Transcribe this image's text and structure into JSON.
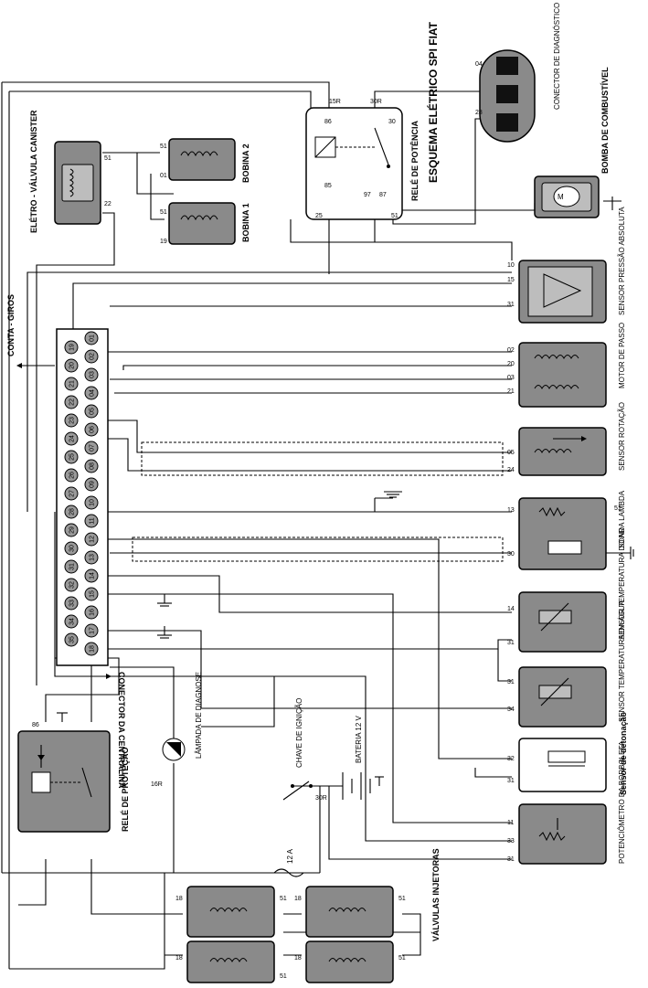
{
  "title": "ESQUEMA ELÉTRICO SPI FIAT",
  "labels": {
    "conta_giros": "CONTA - GIROS",
    "conector_centralina": "CONECTOR DA CENTRALINA",
    "conector_diagnostico": "CONECTOR DE DIAGNÓSTICO",
    "bomba": "BOMBA DE COMBUSTÍVEL",
    "rele_potencia": "RELÉ DE POTÊNCIA",
    "rele_protecao": "RELÉ DE PROTEÇÃO",
    "eletro_valvula": "ELÉTRO - VÁLVULA CANISTER",
    "bobina_1": "BOBINA 1",
    "bobina_2": "BOBINA 2",
    "sensor_pressao": "SENSOR PRESSÃO ABSOLUTA",
    "motor_passo": "MOTOR DE PASSO",
    "sensor_rotacao": "SENSOR ROTAÇÃO",
    "sonda_lambda": "SONDA LAMBDA",
    "sensor_temp_ar": "SENSOR TEMPERATURA DO AR",
    "sensor_temp_agua": "SENSOR TEMPERATURA DA ÁGUA",
    "sensor_detonacao": "Sensor de detonação",
    "potenciometro": "POTENCIÔMETRO DA BORBOLETA",
    "valvulas_injetoras": "VÁLVULAS INJETORAS",
    "lampada": "LÂMPADA DE DIAGNOSE",
    "chave": "CHAVE DE IGNIÇÃO",
    "bateria": "BATERIA 12 V",
    "fusivel": "12 A"
  },
  "pins": {
    "p15r": "15R",
    "p30r": "30R",
    "p86": "86",
    "p30": "30",
    "p85": "85",
    "p87": "87",
    "p25": "25",
    "p97": "97",
    "p51": "51",
    "p04": "04",
    "p28": "28",
    "p22": "22",
    "p01": "01",
    "p19": "19",
    "p10": "10",
    "p15": "15",
    "p31": "31",
    "p02": "02",
    "p20": "20",
    "p03": "03",
    "p21": "21",
    "p05": "05",
    "p24": "24",
    "p13": "13",
    "p14": "14",
    "p34": "34",
    "p32": "32",
    "p11": "11",
    "p33": "33",
    "p16r": "16R",
    "p18": "18",
    "p36": "36"
  },
  "centralina_pins_left": [
    "19",
    "20",
    "21",
    "22",
    "23",
    "24",
    "25",
    "26",
    "27",
    "28",
    "29",
    "30",
    "31",
    "32",
    "33",
    "34",
    "35"
  ],
  "centralina_pins_right": [
    "01",
    "02",
    "03",
    "04",
    "05",
    "06",
    "07",
    "08",
    "09",
    "10",
    "11",
    "12",
    "13",
    "14",
    "15",
    "16",
    "17",
    "18"
  ]
}
